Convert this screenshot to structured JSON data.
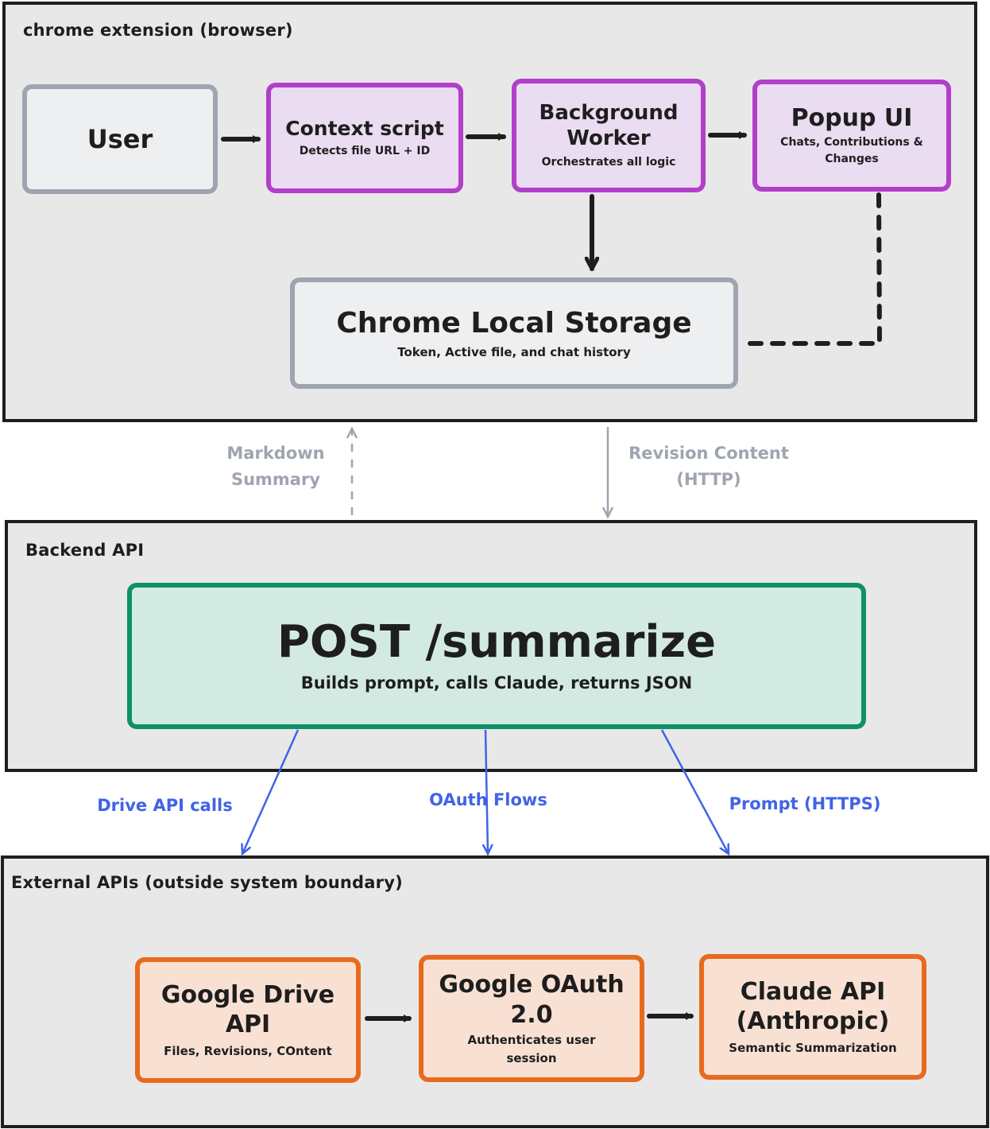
{
  "zones": {
    "chrome": {
      "title": "chrome extension (browser)"
    },
    "backend": {
      "title": "Backend API"
    },
    "external": {
      "title": "External APIs (outside system boundary)"
    }
  },
  "nodes": {
    "user": {
      "title": "User"
    },
    "context_script": {
      "title": "Context script",
      "subtitle": "Detects file URL + ID"
    },
    "background_worker": {
      "title": "Background Worker",
      "subtitle": "Orchestrates all logic"
    },
    "popup_ui": {
      "title": "Popup UI",
      "subtitle": "Chats, Contributions & Changes"
    },
    "local_storage": {
      "title": "Chrome Local Storage",
      "subtitle": "Token, Active file, and chat history"
    },
    "summarize": {
      "title": "POST /summarize",
      "subtitle": "Builds prompt, calls Claude, returns JSON"
    },
    "drive_api": {
      "title": "Google Drive API",
      "subtitle": "Files, Revisions, COntent"
    },
    "oauth": {
      "title": "Google OAuth 2.0",
      "subtitle": "Authenticates user session"
    },
    "claude_api": {
      "title": "Claude API (Anthropic)",
      "subtitle": "Semantic Summarization"
    }
  },
  "edges": {
    "markdown_summary": {
      "label": "Markdown Summary",
      "style": "dashed",
      "direction": "up"
    },
    "revision_content": {
      "label": "Revision Content (HTTP)",
      "style": "solid",
      "direction": "down"
    },
    "drive_api_calls": {
      "label": "Drive API calls"
    },
    "oauth_flows": {
      "label": "OAuth Flows"
    },
    "prompt_https": {
      "label": "Prompt (HTTPS)"
    }
  },
  "colors": {
    "ink": "#1e1e1e",
    "zone_bg": "#e8e8e8",
    "gray_stroke": "#9ea5b0",
    "purple_stroke": "#b23fc9",
    "purple_fill": "#eadcf1",
    "green_stroke": "#0e9068",
    "green_fill": "#d3eae3",
    "orange_stroke": "#e76a1e",
    "orange_fill": "#f8e1d3",
    "blue": "#4163e6"
  }
}
